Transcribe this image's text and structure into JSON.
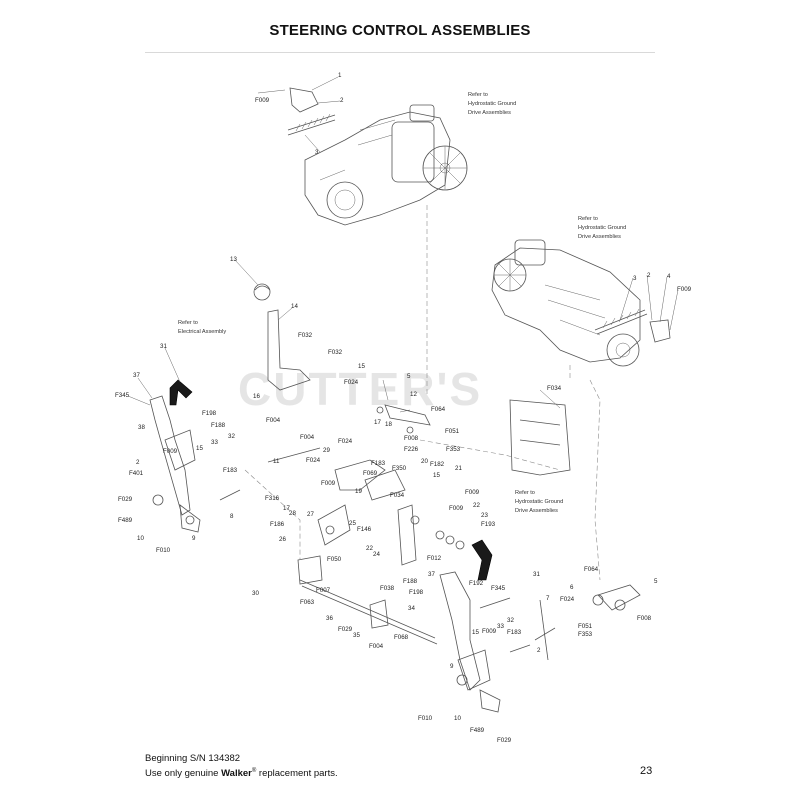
{
  "title": "STEERING CONTROL ASSEMBLIES",
  "watermark": "CUTTER'S",
  "notes": {
    "upper_hydro": [
      "Refer to",
      "Hydrostatic Ground",
      "Drive Assemblies"
    ],
    "right_hydro": [
      "Refer to",
      "Hydrostatic Ground",
      "Drive Assemblies"
    ],
    "electrical": [
      "Refer to",
      "Electrical Assembly"
    ],
    "lower_right": [
      "Refer to",
      "Hydrostatic Ground",
      "Drive Assemblies"
    ]
  },
  "callouts": {
    "c1": "1",
    "c2": "2",
    "c3": "3",
    "c4": "F009",
    "c5": "3",
    "c6": "2",
    "c7": "4",
    "c8": "F009",
    "c9": "13",
    "c10": "14",
    "c11": "F032",
    "c12": "F032",
    "c13": "15",
    "c14": "31",
    "c15": "37",
    "c16": "F345",
    "c17": "16",
    "c18": "F004",
    "c19": "F198",
    "c20": "F188",
    "c21": "38",
    "c22": "32",
    "c23": "15",
    "c24": "F009",
    "c25": "33",
    "c26": "2",
    "c27": "F401",
    "c28": "F183",
    "c29": "F029",
    "c30": "F489",
    "c31": "10",
    "c32": "9",
    "c33": "F010",
    "c34": "8",
    "c35": "11",
    "c36": "F024",
    "c37": "5",
    "c38": "12",
    "c39": "F064",
    "c40": "F004",
    "c41": "F024",
    "c42": "17",
    "c43": "18",
    "c44": "29",
    "c45": "F008",
    "c46": "F051",
    "c47": "F226",
    "c48": "F353",
    "c49": "F034",
    "c50": "F024",
    "c51": "F183",
    "c52": "F350",
    "c53": "20",
    "c54": "F182",
    "c55": "21",
    "c56": "F316",
    "c57": "F069",
    "c58": "19",
    "c59": "15",
    "c60": "F034",
    "c61": "F009",
    "c62": "17",
    "c63": "28",
    "c64": "27",
    "c65": "F009",
    "c66": "F186",
    "c67": "26",
    "c68": "25",
    "c69": "F146",
    "c70": "F009",
    "c71": "22",
    "c72": "23",
    "c73": "F193",
    "c74": "24",
    "c75": "22",
    "c76": "F012",
    "c77": "F050",
    "c78": "F038",
    "c79": "F188",
    "c80": "37",
    "c81": "F198",
    "c82": "F192",
    "c83": "31",
    "c84": "F345",
    "c85": "30",
    "c86": "F007",
    "c87": "F063",
    "c88": "36",
    "c89": "F029",
    "c90": "35",
    "c91": "34",
    "c92": "32",
    "c93": "F068",
    "c94": "F004",
    "c95": "33",
    "c96": "F009",
    "c97": "15",
    "c98": "F183",
    "c99": "7",
    "c100": "2",
    "c101": "F064",
    "c102": "6",
    "c103": "F024",
    "c104": "5",
    "c105": "F008",
    "c106": "F051",
    "c107": "F353",
    "c108": "9",
    "c109": "F010",
    "c110": "10",
    "c111": "F489",
    "c112": "F029"
  },
  "footer": {
    "serial": "Beginning S/N 134382",
    "use_prefix": "Use only genuine ",
    "brand": "Walker",
    "reg": "®",
    "use_suffix": " replacement parts.",
    "page_number": "23"
  }
}
